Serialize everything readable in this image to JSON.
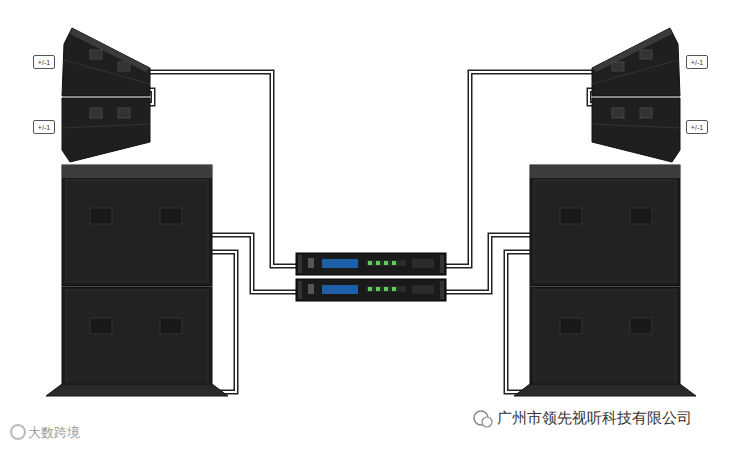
{
  "diagram": {
    "nodes": [
      {
        "text": [
          "+/-1"
        ]
      },
      {
        "text": [
          "+/-1"
        ]
      },
      {
        "text": [
          "+/-1"
        ]
      },
      {
        "text": [
          "+/-1"
        ]
      }
    ],
    "labels": [
      "广州市领先视听科技有限公司",
      "大数跨境"
    ]
  }
}
